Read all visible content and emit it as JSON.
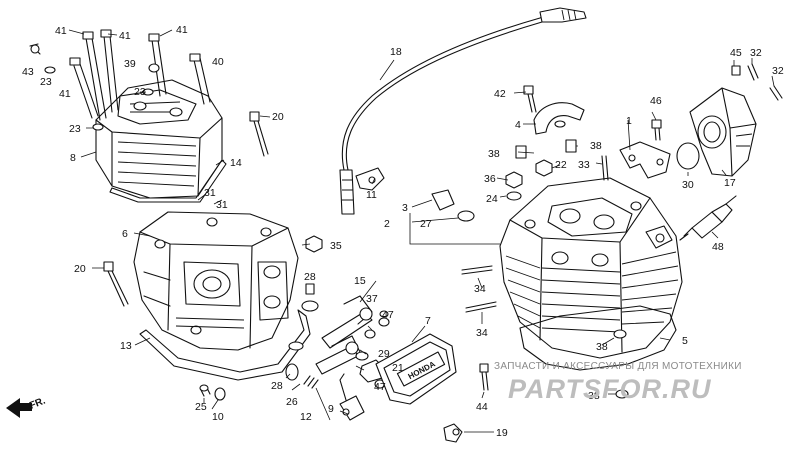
{
  "direction_label": "FR.",
  "stamp_text": "HONDA",
  "watermark": {
    "line1": "ЗАПЧАСТИ И АКСЕССУАРЫ ДЛЯ МОТОТЕХНИКИ",
    "line2": "PARTSFOR.RU"
  },
  "callouts": [
    "41",
    "41",
    "41",
    "43",
    "23",
    "39",
    "40",
    "41",
    "23",
    "20",
    "23",
    "8",
    "14",
    "31",
    "31",
    "6",
    "20",
    "35",
    "28",
    "15",
    "37",
    "47",
    "13",
    "7",
    "29",
    "21",
    "47",
    "28",
    "26",
    "25",
    "10",
    "12",
    "9",
    "44",
    "19",
    "18",
    "11",
    "3",
    "2",
    "27",
    "42",
    "4",
    "38",
    "38",
    "22",
    "33",
    "36",
    "24",
    "1",
    "46",
    "45",
    "32",
    "32",
    "30",
    "17",
    "48",
    "5",
    "34",
    "34",
    "38",
    "38"
  ]
}
